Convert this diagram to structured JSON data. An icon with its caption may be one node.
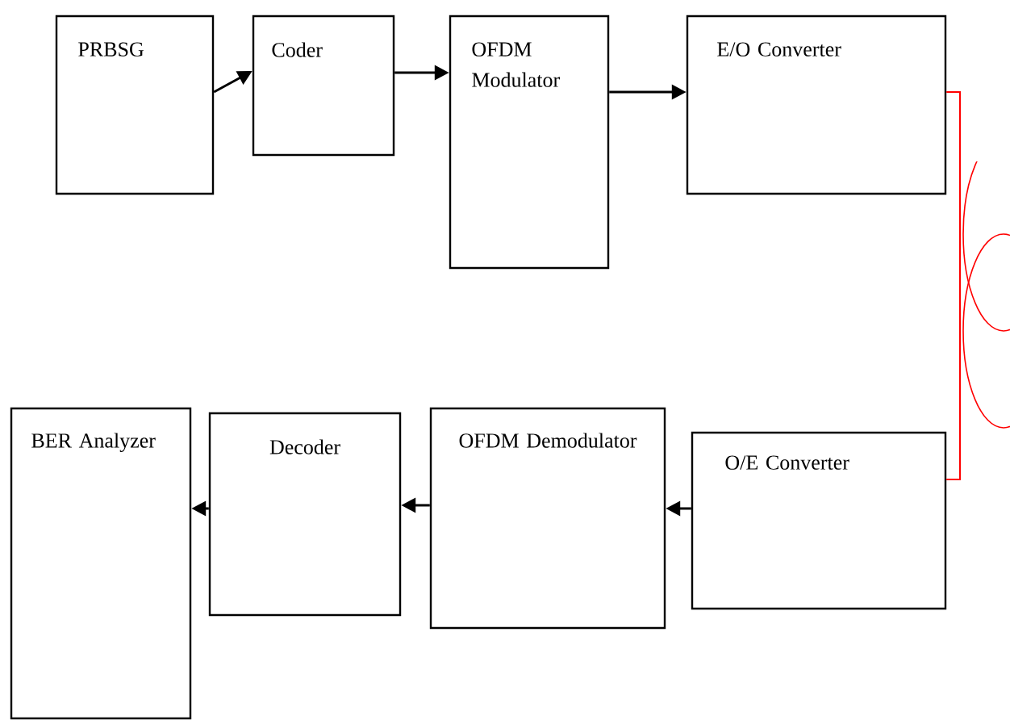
{
  "diagram": {
    "nodes": [
      {
        "text": [
          "PRBSG"
        ]
      },
      {
        "text": [
          "Coder"
        ]
      },
      {
        "text": [
          "OFDM Modulator"
        ]
      },
      {
        "text": [
          "E/O Converter"
        ]
      },
      {
        "text": [
          "O/E Converter"
        ]
      },
      {
        "text": [
          "OFDM Demodulator"
        ]
      },
      {
        "text": [
          "Decoder"
        ]
      },
      {
        "text": [
          "BER Analyzer"
        ]
      }
    ],
    "edges": [
      {
        "from": 0,
        "to": 1,
        "arrow": "to"
      },
      {
        "from": 1,
        "to": 2,
        "arrow": "to"
      },
      {
        "from": 2,
        "to": 3,
        "arrow": "to"
      },
      {
        "from": 3,
        "to": 4,
        "arrow": "none",
        "color": "#ff0000"
      },
      {
        "from": 4,
        "to": 5,
        "arrow": "to"
      },
      {
        "from": 5,
        "to": 6,
        "arrow": "to"
      },
      {
        "from": 6,
        "to": 7,
        "arrow": "to"
      }
    ]
  }
}
